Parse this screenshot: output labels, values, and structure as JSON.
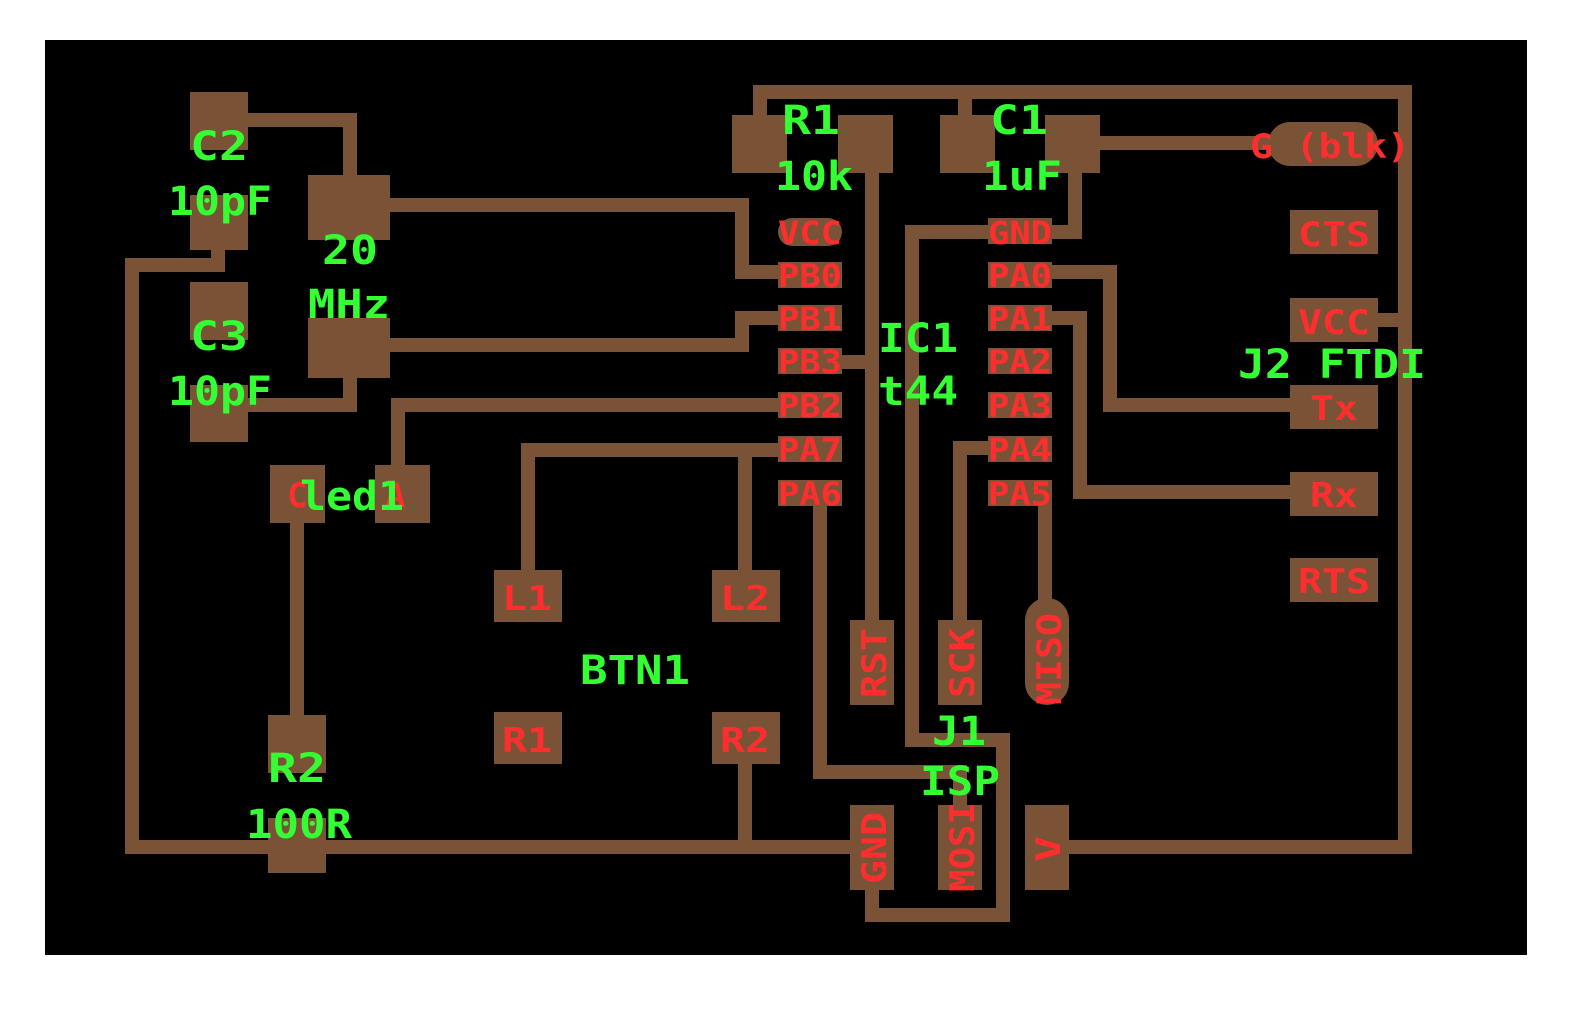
{
  "colors": {
    "page_background": "#ffffff",
    "board_background": "#000000",
    "copper": "#7a5236",
    "pad_label": "#ff2e2e",
    "component_label": "#33ff33"
  },
  "components": {
    "c2": {
      "ref": "C2",
      "value": "10pF"
    },
    "c3": {
      "ref": "C3",
      "value": "10pF"
    },
    "crystal": {
      "value_line1": "20",
      "value_line2": "MHz"
    },
    "r1": {
      "ref": "R1",
      "value": "10k"
    },
    "c1": {
      "ref": "C1",
      "value": "1uF"
    },
    "ic1": {
      "ref": "IC1",
      "value": "t44"
    },
    "j2": {
      "ref": "J2 FTDI"
    },
    "led1": {
      "ref": "led1"
    },
    "btn1": {
      "ref": "BTN1"
    },
    "r2": {
      "ref": "R2",
      "value": "100R"
    },
    "j1": {
      "ref": "J1",
      "value": "ISP"
    }
  },
  "ic_pins": {
    "left": [
      "VCC",
      "PB0",
      "PB1",
      "PB3",
      "PB2",
      "PA7",
      "PA6"
    ],
    "right": [
      "GND",
      "PA0",
      "PA1",
      "PA2",
      "PA3",
      "PA4",
      "PA5"
    ]
  },
  "ftdi_pins": [
    "G (blk)",
    "CTS",
    "VCC",
    "Tx",
    "Rx",
    "RTS"
  ],
  "led_pads": {
    "cathode": "C",
    "anode": "A"
  },
  "button_pads": [
    "L1",
    "L2",
    "R1",
    "R2"
  ],
  "isp_pads": {
    "rst": "RST",
    "sck": "SCK",
    "miso": "MISO",
    "gnd": "GND",
    "mosi": "MOSI",
    "vcc": "V"
  }
}
